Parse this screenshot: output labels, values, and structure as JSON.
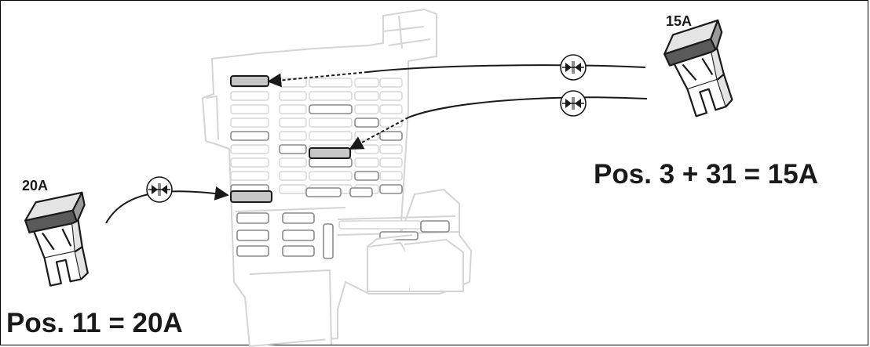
{
  "image": {
    "title": "Fuse box positions"
  },
  "fuses": {
    "right": {
      "rating": "15A",
      "caption": "Pos. 3 + 31 = 15A",
      "icon": "blade-fuse-icon"
    },
    "left": {
      "rating": "20A",
      "caption": "Pos. 11 = 20A",
      "icon": "blade-fuse-icon"
    }
  },
  "colors": {
    "highlight_fill": "#c6c6c6",
    "outline": "#d6d6d6",
    "ink": "#1a1a1a"
  }
}
